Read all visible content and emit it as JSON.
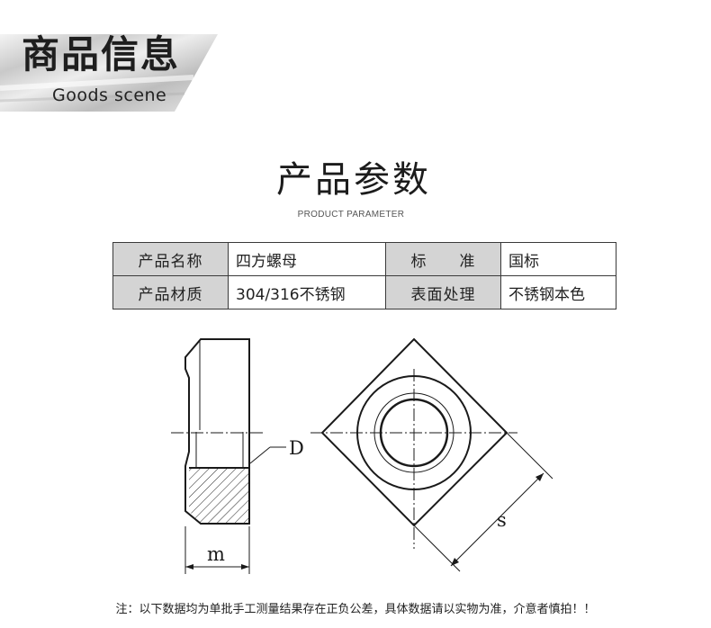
{
  "banner": {
    "title": "商品信息",
    "subtitle": "Goods scene"
  },
  "section": {
    "title": "产品参数",
    "subtitle": "PRODUCT PARAMETER"
  },
  "params": {
    "rows": [
      [
        {
          "label": "产品名称",
          "value": "四方螺母"
        },
        {
          "label": "标　　准",
          "value": "国标"
        }
      ],
      [
        {
          "label": "产品材质",
          "value": "304/316不锈钢"
        },
        {
          "label": "表面处理",
          "value": "不锈钢本色"
        }
      ]
    ]
  },
  "drawing": {
    "label_d": "D",
    "label_m": "m",
    "label_s": "s"
  },
  "note": "注：以下数据均为单批手工测量结果存在正负公差，具体数据请以实物为准，介意者慎拍！！"
}
